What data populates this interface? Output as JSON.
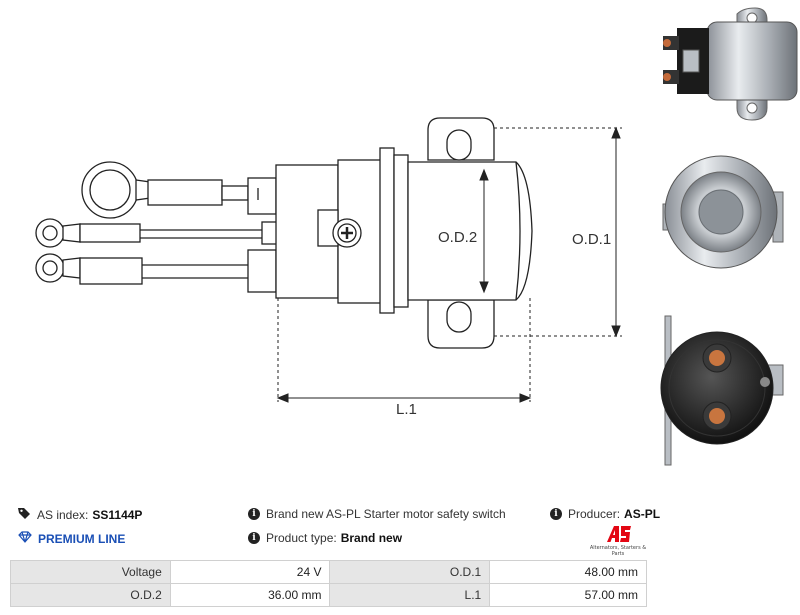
{
  "drawing": {
    "od2_label": "O.D.2",
    "od1_label": "O.D.1",
    "l1_label": "L.1"
  },
  "info": {
    "index_label": "AS index:",
    "index_value": "SS1144P",
    "premium_label": "PREMIUM LINE",
    "description": "Brand new AS-PL Starter motor safety switch",
    "product_type_label": "Product type:",
    "product_type_value": "Brand new",
    "producer_label": "Producer:",
    "producer_value": "AS-PL"
  },
  "logo": {
    "mark": "AS",
    "tagline": "Alternators, Starters & Parts",
    "color": "#e30613"
  },
  "specs": {
    "rows": [
      [
        {
          "k": "Voltage",
          "v": "24 V"
        },
        {
          "k": "O.D.1",
          "v": "48.00 mm"
        }
      ],
      [
        {
          "k": "O.D.2",
          "v": "36.00 mm"
        },
        {
          "k": "L.1",
          "v": "57.00 mm"
        }
      ]
    ]
  },
  "icons": {
    "tag": "tag-icon",
    "premium": "diamond-icon",
    "info": "info-icon"
  }
}
